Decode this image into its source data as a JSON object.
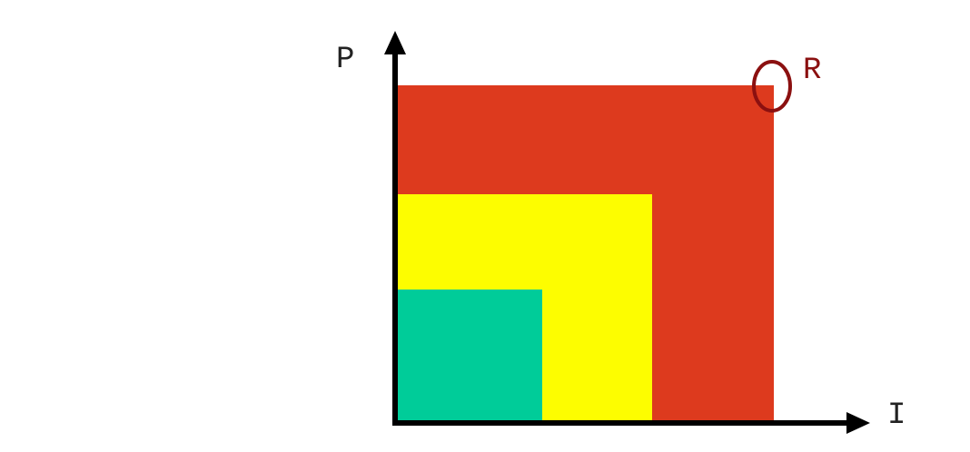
{
  "axes": {
    "y_label": "P",
    "x_label": "I"
  },
  "marker": {
    "label": "R"
  },
  "colors": {
    "background": "#ffffff",
    "outer_region": "#dd3a1e",
    "middle_region": "#fdfd00",
    "inner_region": "#00cc99",
    "axis": "#000000",
    "marker": "#8b1010",
    "axis_label_text": "#222222"
  }
}
